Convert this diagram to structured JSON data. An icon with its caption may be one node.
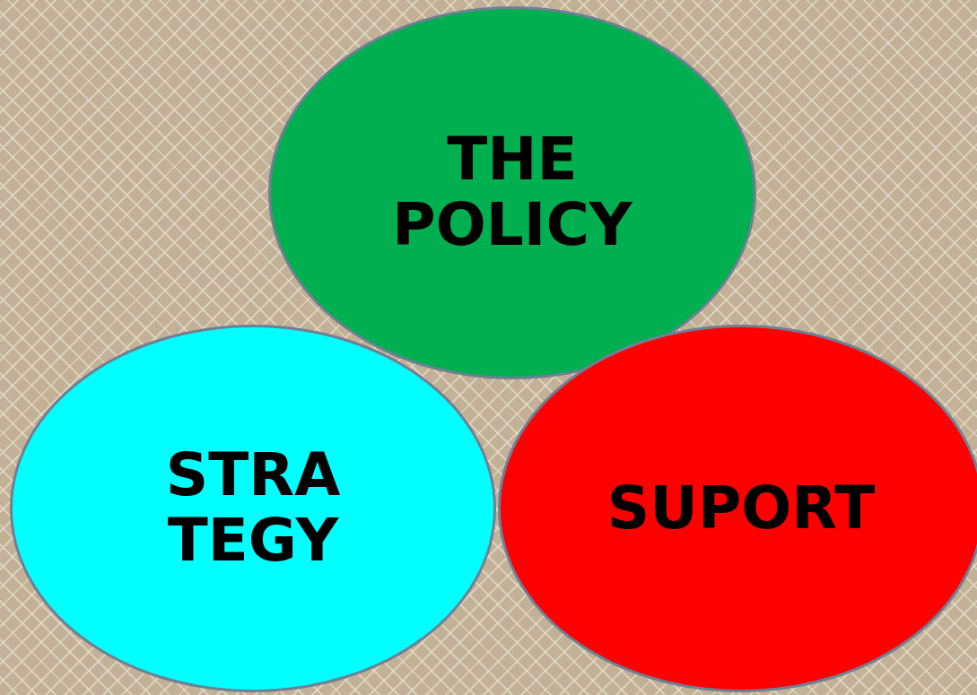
{
  "diagram": {
    "nodes": [
      {
        "text": [
          "THE POLICY"
        ]
      },
      {
        "text": [
          "STRA TEGY"
        ]
      },
      {
        "text": [
          "SUPORT"
        ]
      }
    ]
  }
}
